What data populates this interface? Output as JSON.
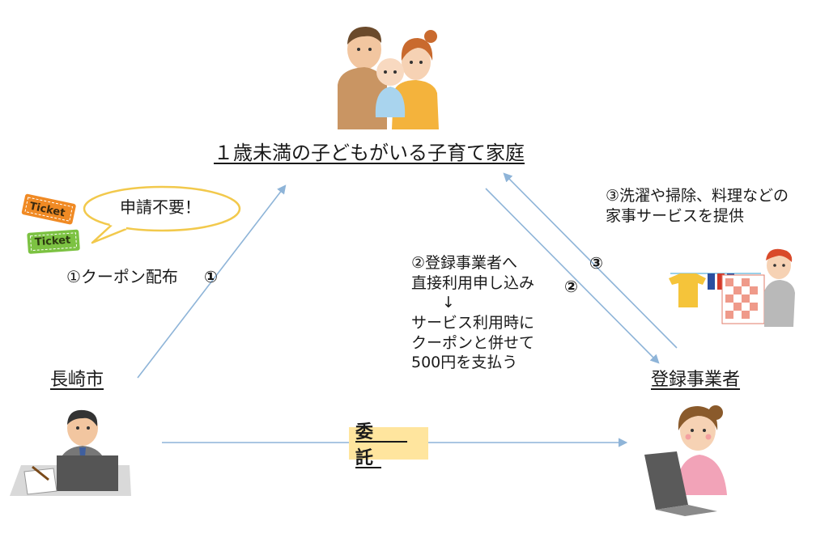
{
  "household": {
    "title": "１歳未満の子どもがいる子育て家庭"
  },
  "city": {
    "label": "長崎市"
  },
  "provider": {
    "label": "登録事業者"
  },
  "consignment": {
    "label": "委　託"
  },
  "bubble": {
    "text": "申請不要！"
  },
  "tickets": {
    "ticket1": "Ticket",
    "ticket2": "Ticket"
  },
  "steps": {
    "step1": {
      "caption": "①クーポン配布",
      "marker": "①"
    },
    "step2": {
      "marker": "②",
      "text": "②登録事業者へ\n直接利用申し込み\n　　↓\nサービス利用時に\nクーポンと併せて\n500円を支払う"
    },
    "step3": {
      "marker": "③",
      "text": "③洗濯や掃除、料理などの\n家事サービスを提供"
    }
  },
  "colors": {
    "arrow": "#8eb4d8",
    "badge": "#ffe59e",
    "bubble_border": "#f2c94c"
  }
}
